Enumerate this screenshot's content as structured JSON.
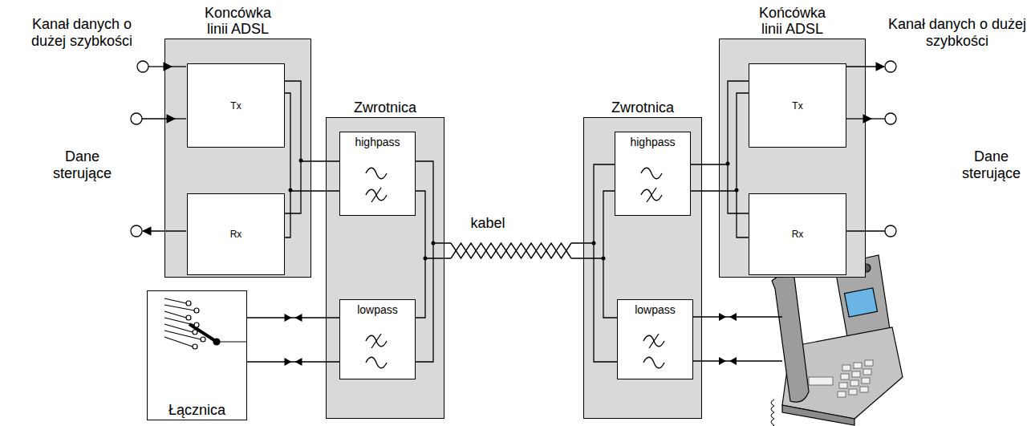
{
  "diagram": {
    "nodes": [
      {
        "text": [
          "Koncówka linii ADSL"
        ]
      },
      {
        "text": [
          "Tx"
        ],
        "in": 0
      },
      {
        "text": [
          "Rx"
        ],
        "in": 0
      },
      {
        "text": [
          "Zwrotnica"
        ]
      },
      {
        "text": [
          "highpass"
        ],
        "in": 3
      },
      {
        "text": [
          "lowpass"
        ],
        "in": 3
      },
      {
        "text": [
          "Zwrotnica"
        ]
      },
      {
        "text": [
          "highpass"
        ],
        "in": 6
      },
      {
        "text": [
          "lowpass"
        ],
        "in": 6
      },
      {
        "text": [
          "Końcówka linii ADSL"
        ]
      },
      {
        "text": [
          "Tx"
        ],
        "in": 9
      },
      {
        "text": [
          "Rx"
        ],
        "in": 9
      },
      {
        "text": [
          "Łącznica"
        ]
      }
    ],
    "edges": [
      {
        "from": 1,
        "to": 4,
        "arrow": "none"
      },
      {
        "from": 2,
        "to": 4,
        "arrow": "none"
      },
      {
        "from": 4,
        "to": 7,
        "arrow": "none"
      },
      {
        "from": 5,
        "to": 8,
        "arrow": "none"
      },
      {
        "from": 7,
        "to": 10,
        "arrow": "none"
      },
      {
        "from": 7,
        "to": 11,
        "arrow": "none"
      },
      {
        "from": 12,
        "to": 5,
        "arrow": "both"
      }
    ],
    "labels": [
      "Kanał danych o dużej szybkości",
      "Dane sterujące",
      "kabel",
      "Kanał danych o dużej szybkości",
      "Dane sterujące"
    ]
  }
}
